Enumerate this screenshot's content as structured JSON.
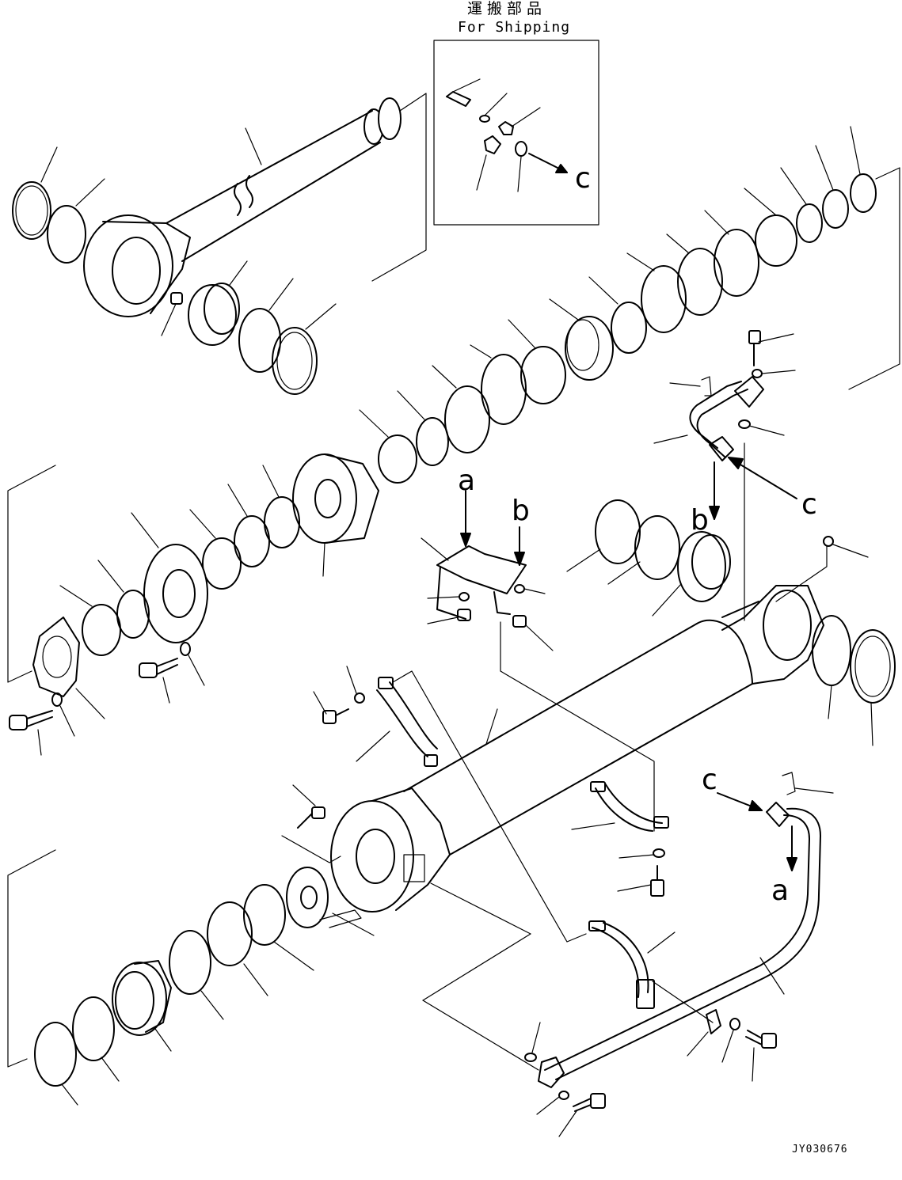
{
  "title": {
    "japanese": "運搬部品",
    "english": "For Shipping"
  },
  "callouts": [
    "a",
    "a",
    "b",
    "b",
    "c",
    "c",
    "c"
  ],
  "drawing_code": "JY030676"
}
